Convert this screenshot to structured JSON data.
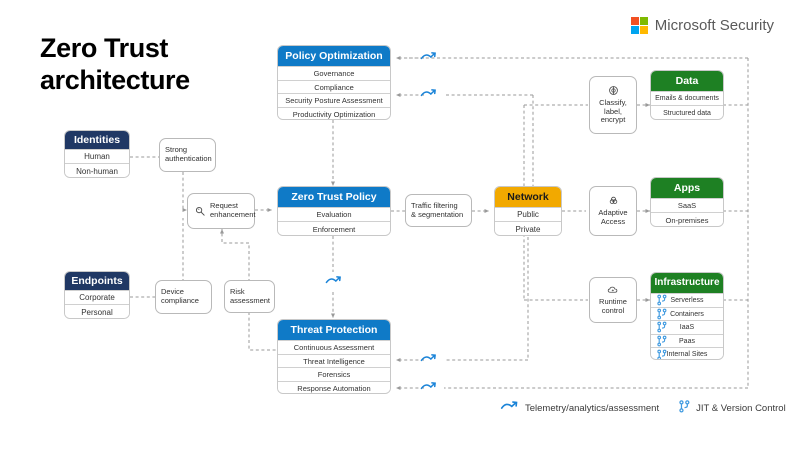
{
  "title": {
    "line1": "Zero Trust",
    "line2": "architecture",
    "full": "Zero Trust architecture"
  },
  "brand": {
    "name": "Microsoft Security",
    "logo_colors": [
      "#f25022",
      "#7fba00",
      "#00a4ef",
      "#ffb900"
    ],
    "text_color": "#5a5a5a"
  },
  "colors": {
    "navy": "#203864",
    "blue": "#0f7ac7",
    "green": "#1e8023",
    "amber": "#f2a900",
    "wire": "#9a9a9a",
    "telemetry": "#1b84d8",
    "jit": "#3f9ae0"
  },
  "cards": {
    "identities": {
      "title": "Identities",
      "accent": "#203864",
      "rows": [
        "Human",
        "Non-human"
      ]
    },
    "endpoints": {
      "title": "Endpoints",
      "accent": "#203864",
      "rows": [
        "Corporate",
        "Personal"
      ]
    },
    "policy_optimization": {
      "title": "Policy Optimization",
      "accent": "#0f7ac7",
      "rows": [
        "Governance",
        "Compliance",
        "Security Posture Assessment",
        "Productivity Optimization"
      ]
    },
    "zero_trust_policy": {
      "title": "Zero Trust Policy",
      "accent": "#0f7ac7",
      "rows": [
        "Evaluation",
        "Enforcement"
      ]
    },
    "threat_protection": {
      "title": "Threat Protection",
      "accent": "#0f7ac7",
      "rows": [
        "Continuous Assessment",
        "Threat Intelligence",
        "Forensics",
        "Response Automation"
      ]
    },
    "network": {
      "title": "Network",
      "accent": "#f2a900",
      "rows": [
        "Public",
        "Private"
      ]
    },
    "data": {
      "title": "Data",
      "accent": "#1e8023",
      "rows": [
        "Emails & documents",
        "Structured data"
      ]
    },
    "apps": {
      "title": "Apps",
      "accent": "#1e8023",
      "rows": [
        "SaaS",
        "On-premises"
      ]
    },
    "infrastructure": {
      "title": "Infrastructure",
      "accent": "#1e8023",
      "rows": [
        "Serverless",
        "Containers",
        "IaaS",
        "Paas",
        "Internal Sites"
      ],
      "row_icon": "jit-branch-icon"
    }
  },
  "processes": {
    "strong_authentication": {
      "label": "Strong\nauthentication",
      "icon": null
    },
    "device_compliance": {
      "label": "Device\ncompliance",
      "icon": null
    },
    "request_enhancement": {
      "label": "Request\nenhancement",
      "icon": "magnifier-key-icon"
    },
    "risk_assessment": {
      "label": "Risk\nassessment",
      "icon": null
    },
    "traffic_filtering": {
      "label": "Traffic filtering\n& segmentation",
      "icon": null
    },
    "classify_label_encrypt": {
      "label": "Classify,\nlabel,\nencrypt",
      "icon": "classify-seal-icon"
    },
    "adaptive_access": {
      "label": "Adaptive\nAccess",
      "icon": "adaptive-access-icon"
    },
    "runtime_control": {
      "label": "Runtime\ncontrol",
      "icon": "cloud-runtime-icon"
    }
  },
  "legend": {
    "items": [
      {
        "icon": "telemetry-icon",
        "label": "Telemetry/analytics/assessment"
      },
      {
        "icon": "jit-branch-icon",
        "label": "JIT & Version Control"
      }
    ]
  }
}
